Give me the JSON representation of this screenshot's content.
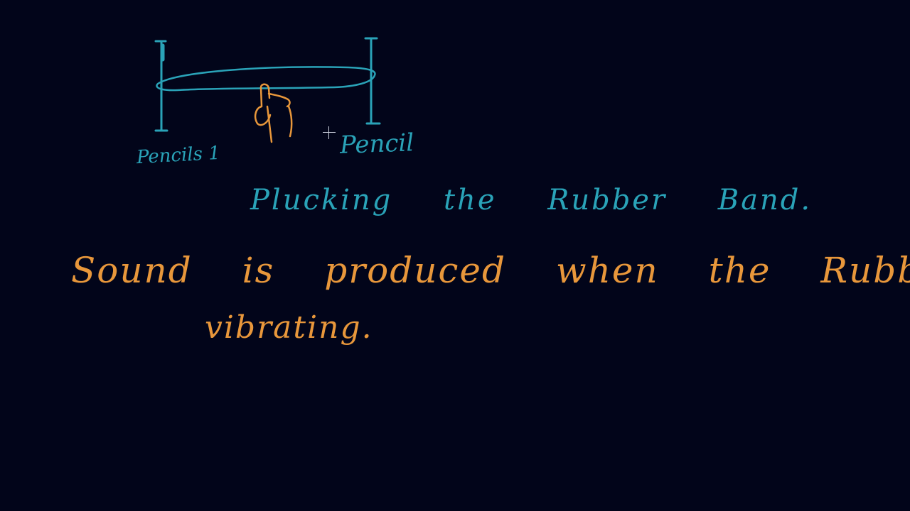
{
  "colors": {
    "background": "#02051a",
    "teal_ink": "#2aa3b8",
    "orange_ink": "#e8973b"
  },
  "diagram": {
    "pencil_left_label": "Pencils 1",
    "pencil_right_label": "Pencil",
    "caption": "Plucking the Rubber Band."
  },
  "notes": {
    "line_1": "Sound is produced when the Rubber is",
    "line_2": "vibrating."
  },
  "cursor": {
    "icon": "crosshair-cursor-icon"
  }
}
